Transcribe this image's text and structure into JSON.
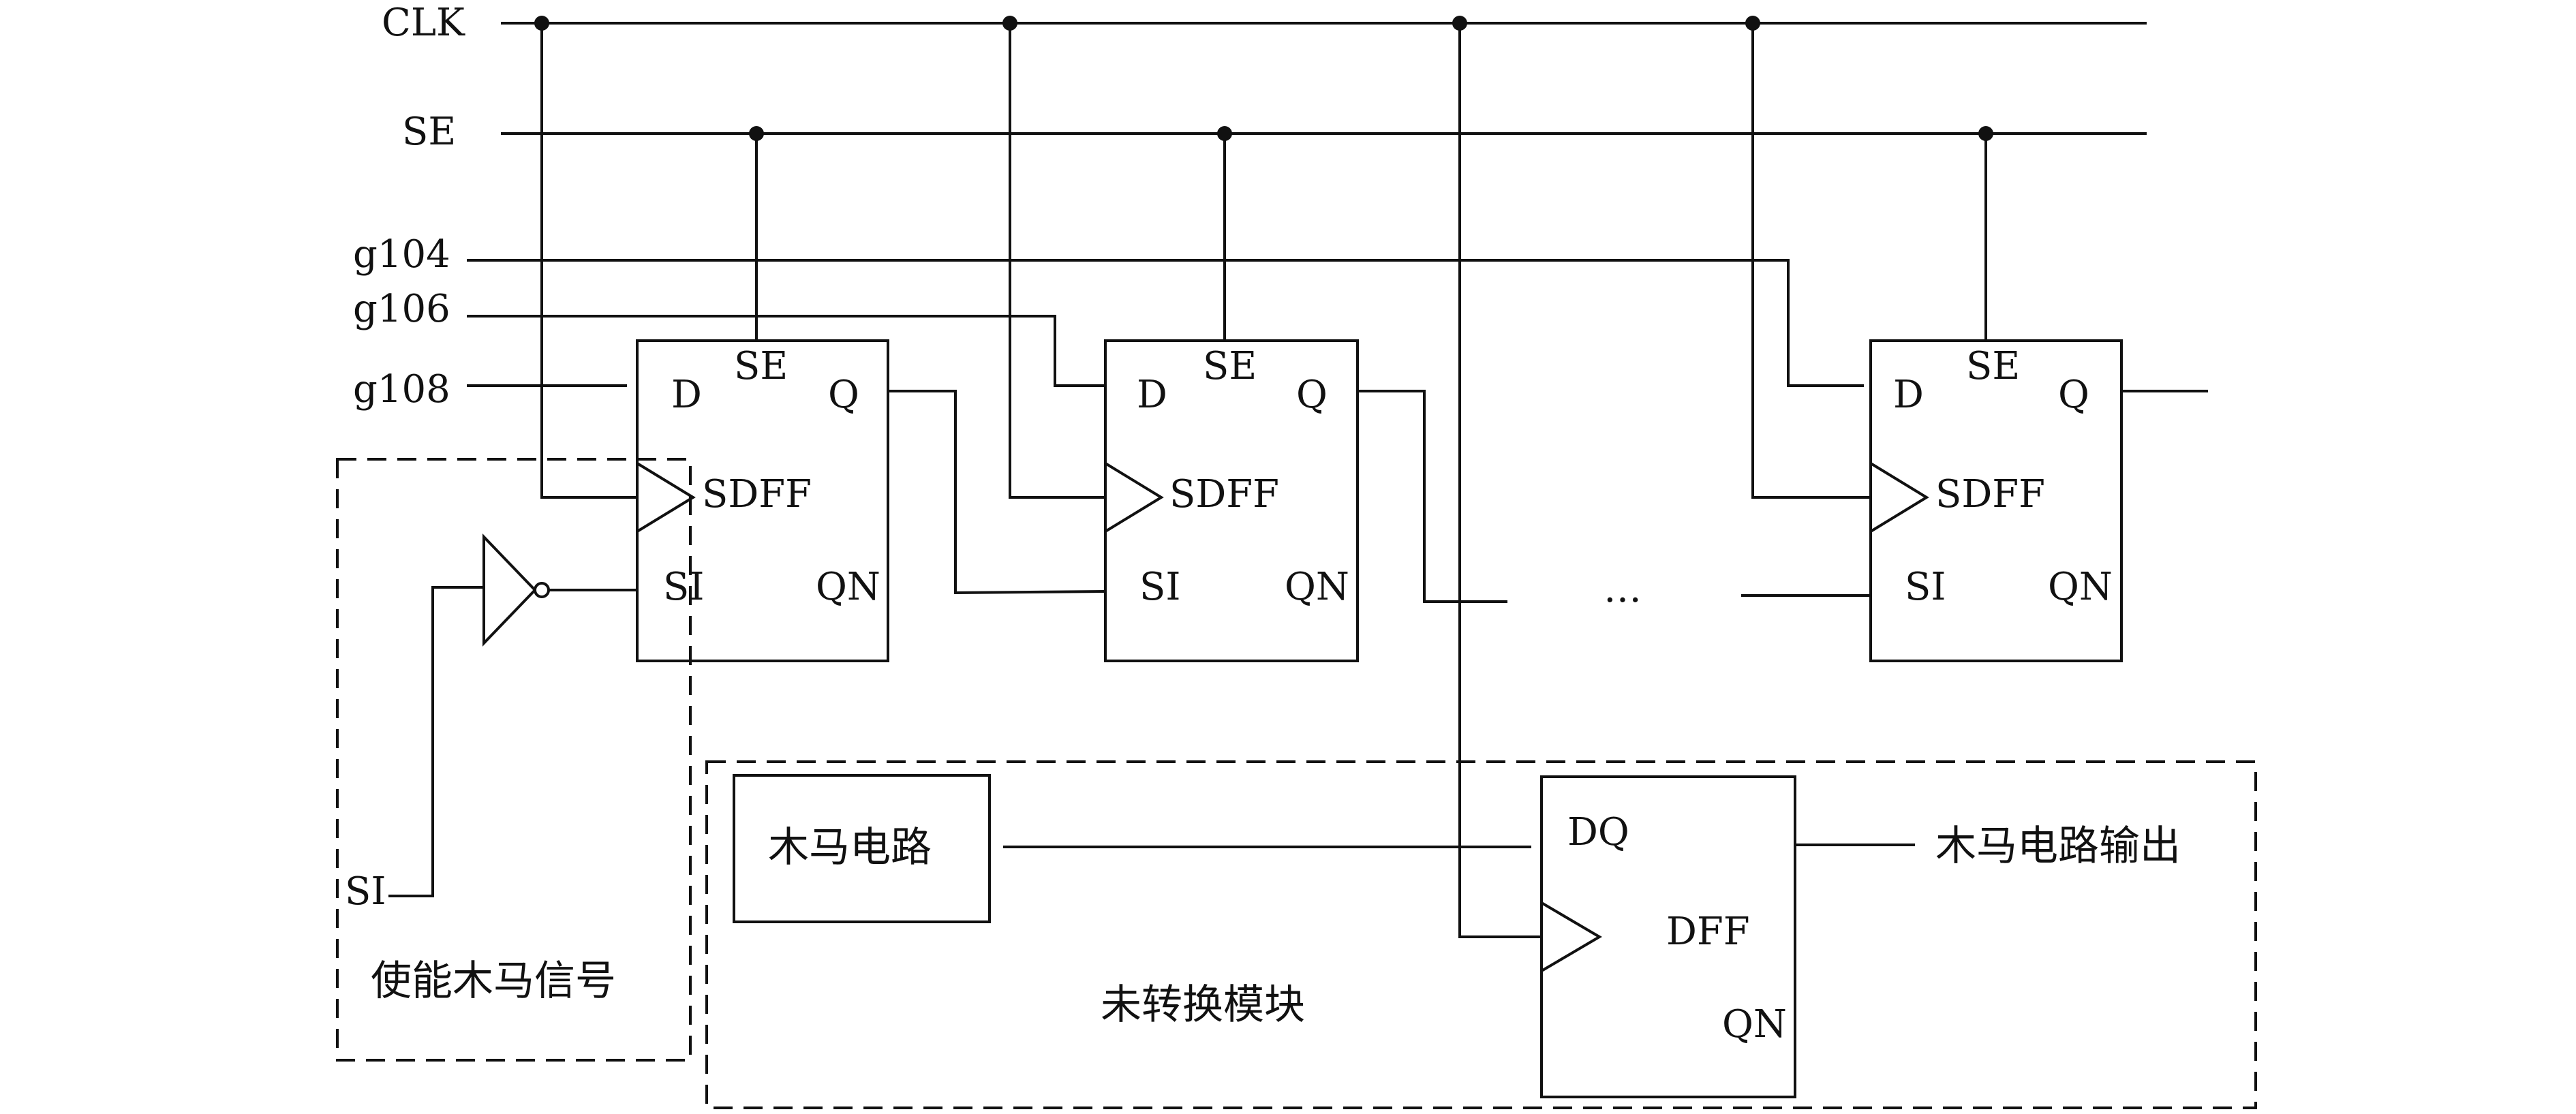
{
  "signals": {
    "clk": "CLK",
    "se": "SE",
    "g104": "g104",
    "g106": "g106",
    "g108": "g108",
    "si": "SI"
  },
  "flipflops": [
    {
      "se": "SE",
      "d": "D",
      "q": "Q",
      "name": "SDFF",
      "si": "SI",
      "qn": "QN"
    },
    {
      "se": "SE",
      "d": "D",
      "q": "Q",
      "name": "SDFF",
      "si": "SI",
      "qn": "QN"
    },
    {
      "se": "SE",
      "d": "D",
      "q": "Q",
      "name": "SDFF",
      "si": "SI",
      "qn": "QN"
    }
  ],
  "ellipsis": "…",
  "enable_block_label": "使能木马信号",
  "trojan_circuit_label": "木马电路",
  "unconverted_block_label": "未转换模块",
  "dff": {
    "dq": "DQ",
    "name": "DFF",
    "qn": "QN"
  },
  "trojan_output_label": "木马电路输出"
}
